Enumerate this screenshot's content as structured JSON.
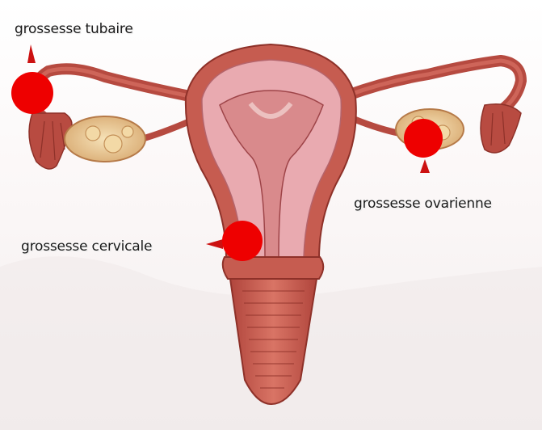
{
  "labels": {
    "tubal": "grossesse tubaire",
    "ovarian": "grossesse ovarienne",
    "cervical": "grossesse cervicale"
  },
  "colors": {
    "marker": "#ee0000",
    "arrow": "#cc1111",
    "tissue": "#c2564c",
    "endometrium": "#eab3b8",
    "ovary": "#e6c592"
  }
}
